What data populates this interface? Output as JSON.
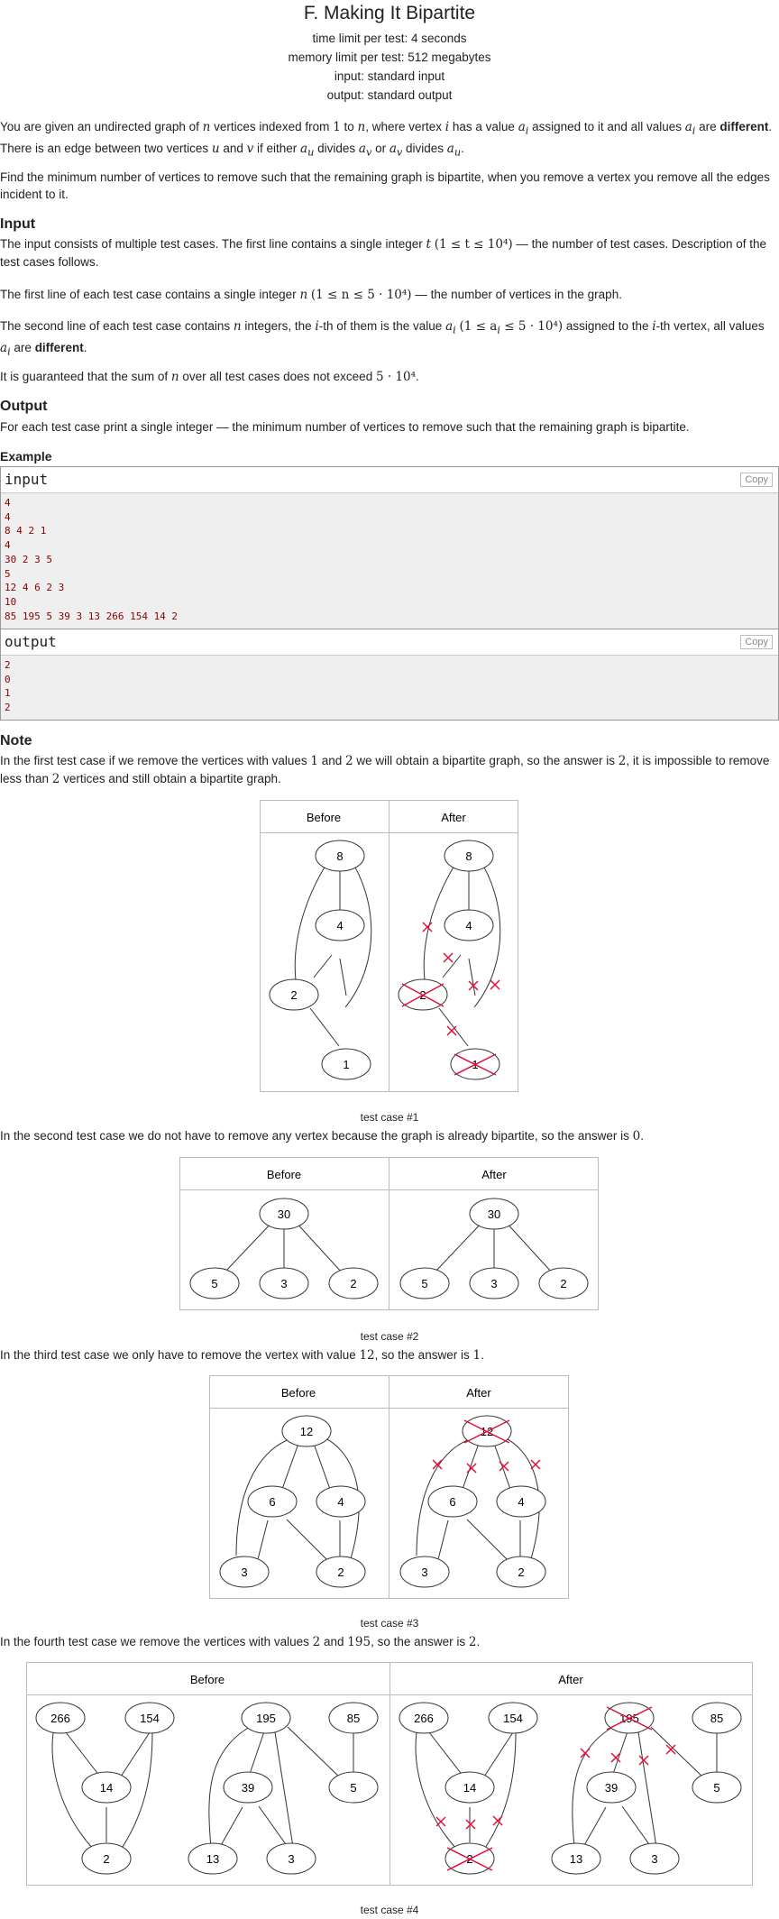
{
  "header": {
    "title": "F. Making It Bipartite",
    "time_limit": "time limit per test: 4 seconds",
    "memory_limit": "memory limit per test: 512 megabytes",
    "input": "input: standard input",
    "output": "output: standard output"
  },
  "statement": {
    "s1_a": "You are given an undirected graph of ",
    "s1_b": " vertices indexed from ",
    "s1_c": " to ",
    "s1_d": ", where vertex ",
    "s1_e": " has a value ",
    "s1_f": " assigned to it and all values ",
    "s1_g": " are ",
    "s1_bold": "different",
    "s1_h": ". There is an edge between two vertices ",
    "s1_i": " and ",
    "s1_j": " if either ",
    "s1_k": " divides ",
    "s1_l": " or ",
    "s1_m": " divides ",
    "s1_n": ".",
    "s2": "Find the minimum number of vertices to remove such that the remaining graph is bipartite, when you remove a vertex you remove all the edges incident to it."
  },
  "input_section": {
    "heading": "Input",
    "p1_a": "The input consists of multiple test cases. The first line contains a single integer ",
    "p1_b": " — the number of test cases. Description of the test cases follows.",
    "p2_a": "The first line of each test case contains a single integer ",
    "p2_b": " — the number of vertices in the graph.",
    "p3_a": "The second line of each test case contains ",
    "p3_b": " integers, the ",
    "p3_c": "-th of them is the value ",
    "p3_d": " assigned to the ",
    "p3_e": "-th vertex, all values ",
    "p3_f": " are ",
    "p3_bold": "different",
    "p3_g": ".",
    "p4_a": "It is guaranteed that the sum of ",
    "p4_b": " over all test cases does not exceed ",
    "p4_c": "."
  },
  "output_section": {
    "heading": "Output",
    "p1": "For each test case print a single integer — the minimum number of vertices to remove such that the remaining graph is bipartite."
  },
  "example": {
    "heading": "Example",
    "input_label": "input",
    "output_label": "output",
    "copy_label": "Copy",
    "input_lines": [
      "4",
      "4",
      "8 4 2 1",
      "4",
      "30 2 3 5",
      "5",
      "12 4 6 2 3",
      "10",
      "85 195 5 39 3 13 266 154 14 2"
    ],
    "output_lines": [
      "2",
      "0",
      "1",
      "2"
    ]
  },
  "note": {
    "heading": "Note",
    "t1_a": "In the first test case if we remove the vertices with values ",
    "t1_b": " and ",
    "t1_c": " we will obtain a bipartite graph, so the answer is ",
    "t1_d": ", it is impossible to remove less than ",
    "t1_e": " vertices and still obtain a bipartite graph.",
    "t2_a": "In the second test case we do not have to remove any vertex because the graph is already bipartite, so the answer is ",
    "t2_b": ".",
    "t3_a": "In the third test case we only have to remove the vertex with value ",
    "t3_b": ", so the answer is ",
    "t3_c": ".",
    "t4_a": "In the fourth test case we remove the vertices with values ",
    "t4_b": " and ",
    "t4_c": ", so the answer is ",
    "t4_d": "."
  },
  "math": {
    "n": "n",
    "one": "1",
    "i": "i",
    "ai": "a",
    "sub_i": "i",
    "u": "u",
    "v": "v",
    "au": "a",
    "sub_u": "u",
    "av": "a",
    "sub_v": "v",
    "t": "t",
    "t_range": "(1 ≤ t ≤ 10⁴)",
    "n_range": "(1 ≤ n ≤ 5 · 10⁴)",
    "ai_range": "(1 ≤ a",
    "ai_range2": " ≤ 5 · 10⁴)",
    "sum_limit": "5 · 10⁴",
    "two": "2",
    "zero": "0",
    "twelve": "12",
    "onenine5": "195"
  },
  "figures": {
    "before": "Before",
    "after": "After",
    "captions": [
      "test case #1",
      "test case #2",
      "test case #3",
      "test case #4"
    ],
    "case1": [
      "8",
      "4",
      "2",
      "1"
    ],
    "case2": [
      "30",
      "5",
      "3",
      "2"
    ],
    "case3": [
      "12",
      "6",
      "4",
      "3",
      "2"
    ],
    "case4": [
      "266",
      "154",
      "14",
      "2",
      "195",
      "85",
      "39",
      "5",
      "13",
      "3"
    ]
  }
}
